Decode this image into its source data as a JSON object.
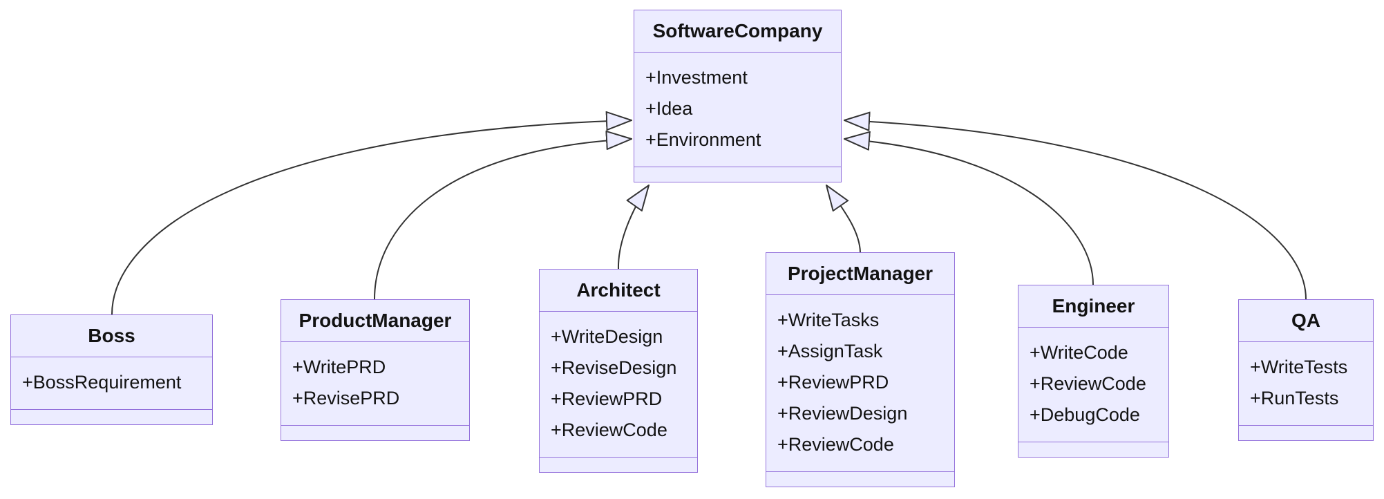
{
  "diagram": {
    "kind": "uml-class-diagram",
    "classes": [
      {
        "name": "SoftwareCompany",
        "members": [
          "+Investment",
          "+Idea",
          "+Environment"
        ],
        "methods": []
      },
      {
        "name": "Boss",
        "members": [
          "+BossRequirement"
        ],
        "methods": []
      },
      {
        "name": "ProductManager",
        "members": [
          "+WritePRD",
          "+RevisePRD"
        ],
        "methods": []
      },
      {
        "name": "Architect",
        "members": [
          "+WriteDesign",
          "+ReviseDesign",
          "+ReviewPRD",
          "+ReviewCode"
        ],
        "methods": []
      },
      {
        "name": "ProjectManager",
        "members": [
          "+WriteTasks",
          "+AssignTask",
          "+ReviewPRD",
          "+ReviewDesign",
          "+ReviewCode"
        ],
        "methods": []
      },
      {
        "name": "Engineer",
        "members": [
          "+WriteCode",
          "+ReviewCode",
          "+DebugCode"
        ],
        "methods": []
      },
      {
        "name": "QA",
        "members": [
          "+WriteTests",
          "+RunTests"
        ],
        "methods": []
      }
    ],
    "relations": [
      {
        "from": "Boss",
        "to": "SoftwareCompany",
        "type": "inheritance"
      },
      {
        "from": "ProductManager",
        "to": "SoftwareCompany",
        "type": "inheritance"
      },
      {
        "from": "Architect",
        "to": "SoftwareCompany",
        "type": "inheritance"
      },
      {
        "from": "ProjectManager",
        "to": "SoftwareCompany",
        "type": "inheritance"
      },
      {
        "from": "Engineer",
        "to": "SoftwareCompany",
        "type": "inheritance"
      },
      {
        "from": "QA",
        "to": "SoftwareCompany",
        "type": "inheritance"
      }
    ]
  },
  "colors": {
    "box_fill": "#ECECFF",
    "box_border": "#9370DB",
    "edge_stroke": "#333333",
    "text": "#131313",
    "background": "#FFFFFF"
  }
}
